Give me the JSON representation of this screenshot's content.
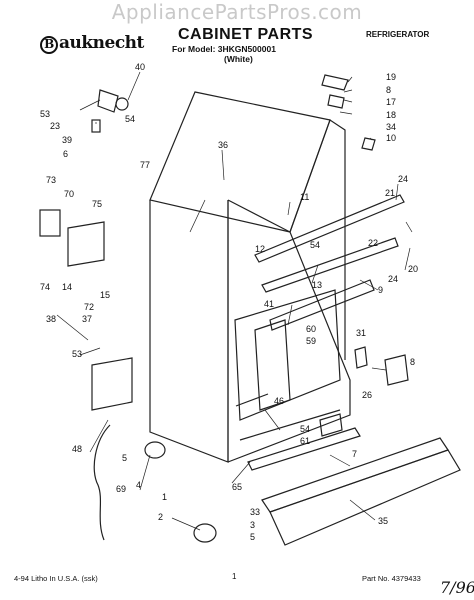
{
  "watermark": "AppliancePartsPros.com",
  "brand": {
    "initial": "B",
    "rest": "auknecht"
  },
  "header": {
    "title": "CABINET PARTS",
    "model": "For Model: 3HKGN500001",
    "color": "(White)",
    "category": "REFRIGERATOR"
  },
  "footer": {
    "left": "4-94 Litho In U.S.A. (ssk)",
    "page": "1",
    "part_no": "Part No. 4379433",
    "handwritten": "7/96"
  },
  "callouts": [
    "40",
    "53",
    "23",
    "54",
    "39",
    "6",
    "19",
    "8",
    "17",
    "18",
    "34",
    "10",
    "36",
    "77",
    "73",
    "70",
    "75",
    "11",
    "24",
    "21",
    "12",
    "54",
    "22",
    "74",
    "14",
    "15",
    "72",
    "20",
    "24",
    "13",
    "41",
    "9",
    "38",
    "37",
    "53",
    "60",
    "59",
    "31",
    "8",
    "26",
    "46",
    "54",
    "61",
    "7",
    "48",
    "5",
    "4",
    "69",
    "1",
    "65",
    "2",
    "33",
    "3",
    "5",
    "35"
  ]
}
